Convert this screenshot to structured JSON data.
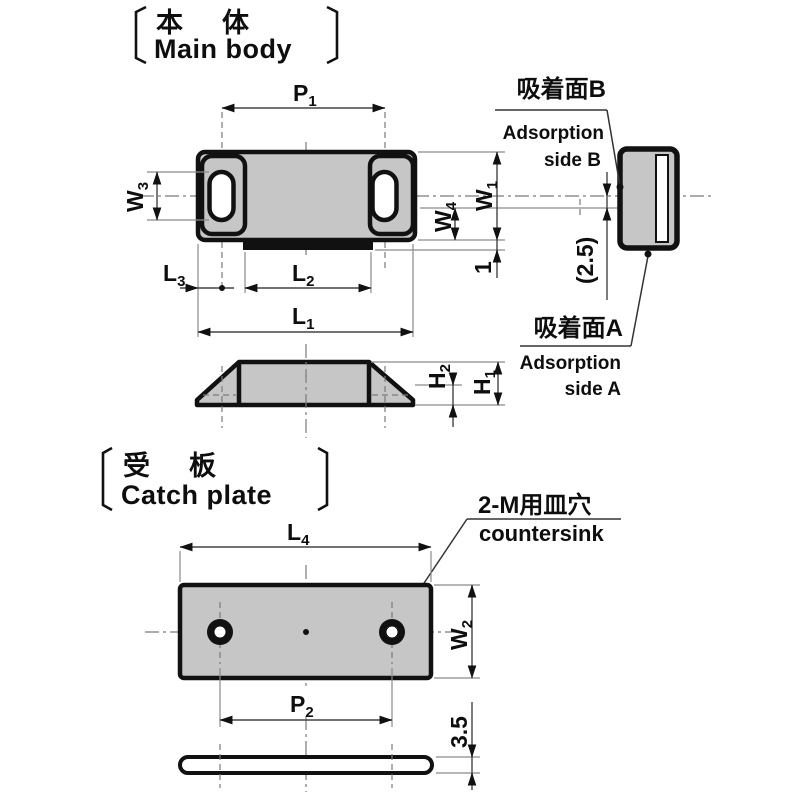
{
  "main_body": {
    "title_jp": "本　体",
    "title_en": "Main body",
    "dims": {
      "p1": {
        "base": "P",
        "sub": "1"
      },
      "w1": {
        "base": "W",
        "sub": "1"
      },
      "w3": {
        "base": "W",
        "sub": "3"
      },
      "w4": {
        "base": "W",
        "sub": "4"
      },
      "l1": {
        "base": "L",
        "sub": "1"
      },
      "l2": {
        "base": "L",
        "sub": "2"
      },
      "l3": {
        "base": "L",
        "sub": "3"
      },
      "h1": {
        "base": "H",
        "sub": "1"
      },
      "h2": {
        "base": "H",
        "sub": "2"
      },
      "strip_offset": "1",
      "magnet_center_offset": "(2.5)"
    },
    "adsorption_b": {
      "jp": "吸着面B",
      "en_line1": "Adsorption",
      "en_line2": "side B"
    },
    "adsorption_a": {
      "jp": "吸着面A",
      "en_line1": "Adsorption",
      "en_line2": "side A"
    }
  },
  "catch_plate": {
    "title_jp": "受　板",
    "title_en": "Catch plate",
    "dims": {
      "l4": {
        "base": "L",
        "sub": "4"
      },
      "w2": {
        "base": "W",
        "sub": "2"
      },
      "p2": {
        "base": "P",
        "sub": "2"
      },
      "thickness": "3.5"
    },
    "countersink": {
      "jp": "2-M用皿穴",
      "en": "countersink"
    }
  },
  "colors": {
    "line": "#111111",
    "gray_fill": "#c6c6c6",
    "dimension_line": "#444444",
    "centerline": "#7a7a7a",
    "background": "#ffffff"
  }
}
